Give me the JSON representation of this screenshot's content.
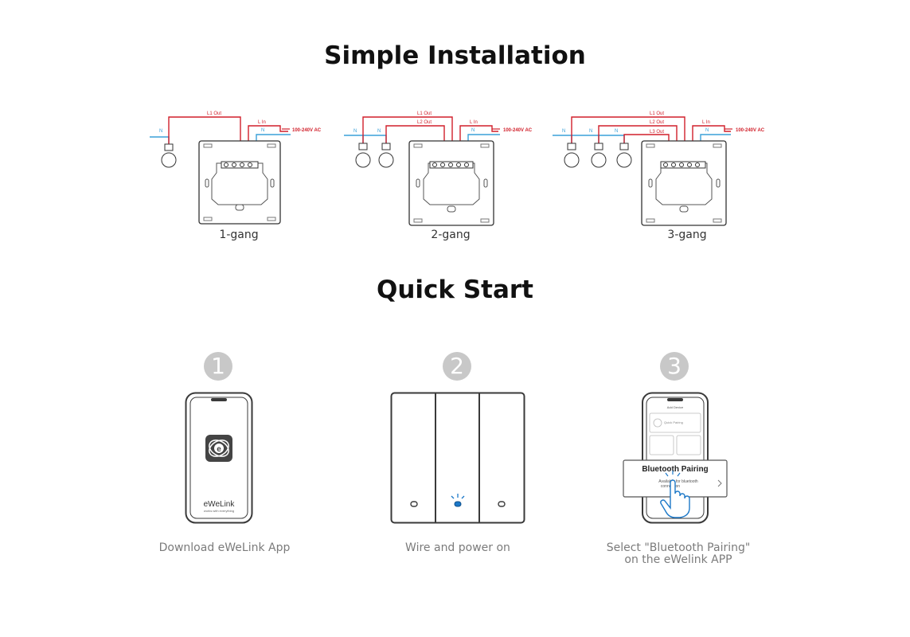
{
  "install": {
    "title": "Simple Installation",
    "labels": {
      "n": "N",
      "l1_out": "L1 Out",
      "l2_out": "L2 Out",
      "l3_out": "L3 Out",
      "l_in": "L In",
      "ac": "100-240V AC"
    },
    "diagrams": [
      {
        "caption": "1-gang"
      },
      {
        "caption": "2-gang"
      },
      {
        "caption": "3-gang"
      }
    ]
  },
  "quick": {
    "title": "Quick Start",
    "steps": [
      {
        "number": "1",
        "caption_lines": [
          "Download eWeLink App"
        ],
        "app_name": "eWeLink",
        "app_tagline": "works with everything"
      },
      {
        "number": "2",
        "caption_lines": [
          "Wire and power on"
        ]
      },
      {
        "number": "3",
        "caption_lines": [
          "Select \"Bluetooth Pairing\"",
          "on the eWelink APP"
        ],
        "screen_title": "Add Device",
        "quick_pairing": "Quick Pairing",
        "popup_title": "Bluetooth Pairing",
        "popup_sub_1": "Available for bluetooth",
        "popup_sub_2": "connection"
      }
    ]
  },
  "colors": {
    "live": "#d11f2a",
    "neutral": "#3aa0d8",
    "badge": "#c8c8c8",
    "outline": "#3a3a3a",
    "led": "#1c78c8"
  }
}
